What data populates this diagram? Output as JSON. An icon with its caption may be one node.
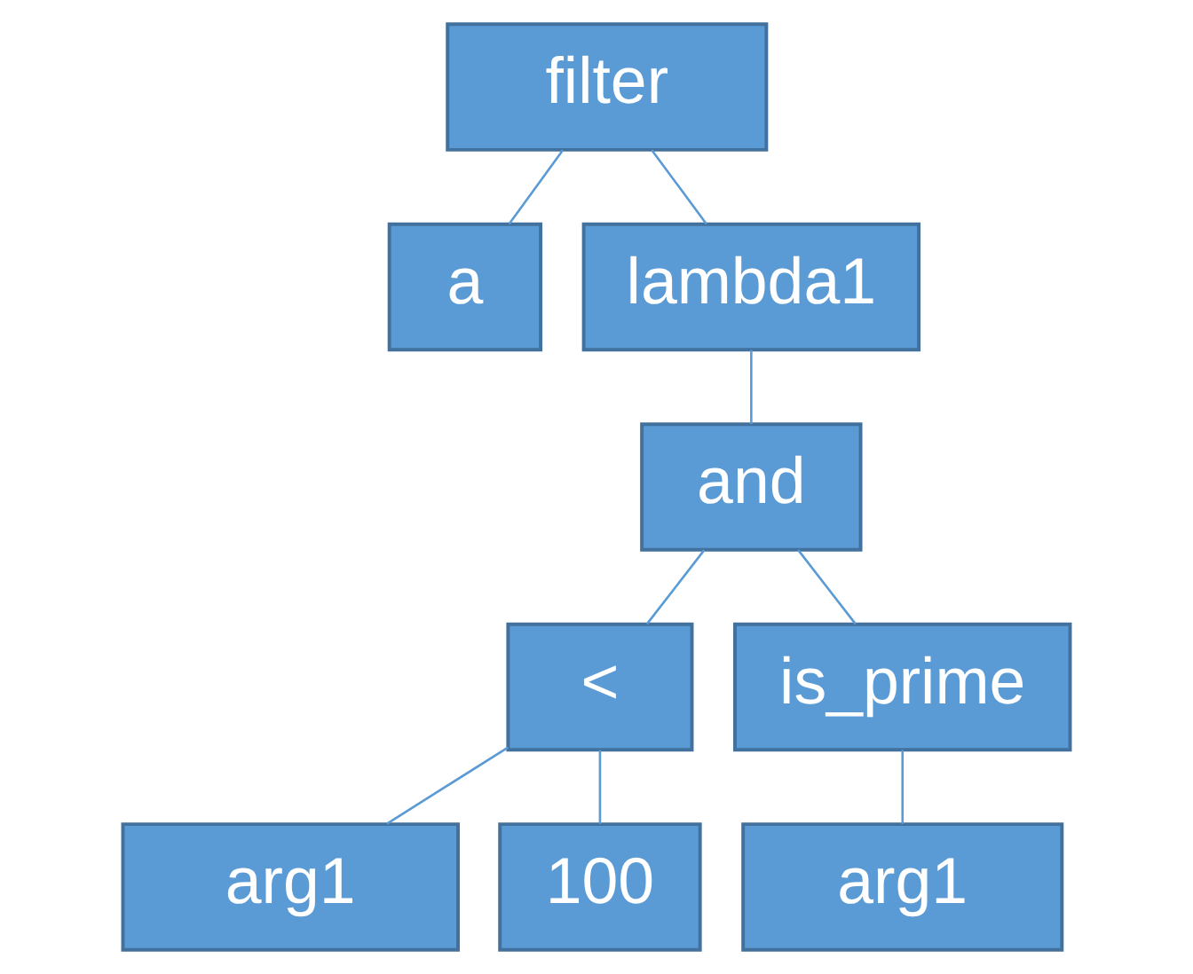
{
  "diagram": {
    "nodes": [
      {
        "text": [
          "filter"
        ]
      },
      {
        "text": [
          "a"
        ]
      },
      {
        "text": [
          "lambda1"
        ]
      },
      {
        "text": [
          "and"
        ]
      },
      {
        "text": [
          "<"
        ]
      },
      {
        "text": [
          "is_prime"
        ]
      },
      {
        "text": [
          "arg1"
        ]
      },
      {
        "text": [
          "100"
        ]
      },
      {
        "text": [
          "arg1"
        ]
      }
    ],
    "edges": [
      {
        "from": 0,
        "to": 1,
        "arrow": "none"
      },
      {
        "from": 0,
        "to": 2,
        "arrow": "none"
      },
      {
        "from": 2,
        "to": 3,
        "arrow": "none"
      },
      {
        "from": 3,
        "to": 4,
        "arrow": "none"
      },
      {
        "from": 3,
        "to": 5,
        "arrow": "none"
      },
      {
        "from": 4,
        "to": 6,
        "arrow": "none"
      },
      {
        "from": 4,
        "to": 7,
        "arrow": "none"
      },
      {
        "from": 5,
        "to": 8,
        "arrow": "none"
      }
    ]
  }
}
